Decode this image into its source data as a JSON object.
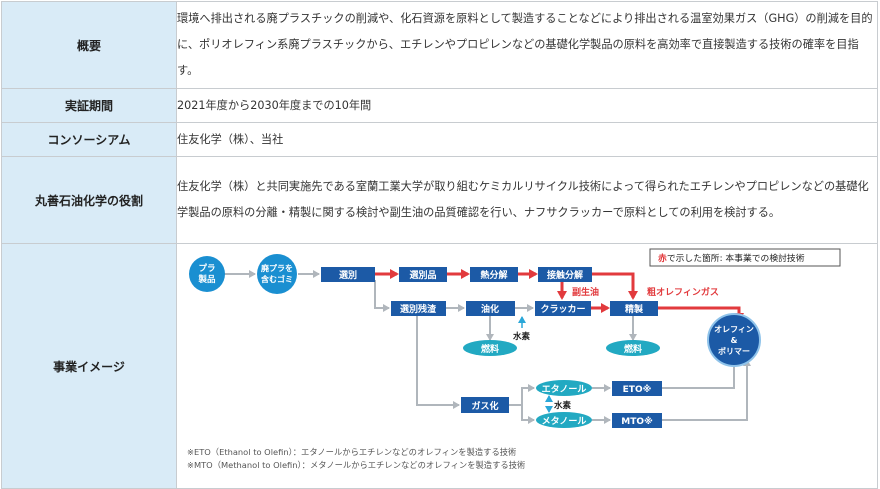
{
  "rows": [
    {
      "header": "概要",
      "text": "環境へ排出される廃プラスチックの削減や、化石資源を原料として製造することなどにより排出される温室効果ガス（GHG）の削減を目的に、ポリオレフィン系廃プラスチックから、エチレンやプロピレンなどの基礎化学製品の原料を高効率で直接製造する技術の確率を目指す。"
    },
    {
      "header": "実証期間",
      "text": "2021年度から2030年度までの10年間"
    },
    {
      "header": "コンソーシアム",
      "text": "住友化学（株）、当社"
    },
    {
      "header": "丸善石油化学の役割",
      "text": "住友化学（株）と共同実施先である室蘭工業大学が取り組むケミカルリサイクル技術によって得られたエチレンやプロピレンなどの基礎化学製品の原料の分離・精製に関する検討や副生油の品質確認を行い、ナフサクラッカーで原料としての利用を検討する。"
    },
    {
      "header": "事業イメージ"
    }
  ],
  "diagram": {
    "legend_red": "赤",
    "legend_rest": "で示した箇所: 本事業での検討技術",
    "nodes": {
      "pla1": "プラ",
      "pla2": "製品",
      "waste1": "廃プラを",
      "waste2": "含むゴミ",
      "sort": "選別",
      "sorted": "選別品",
      "pyro": "熱分解",
      "cat": "接触分解",
      "residue": "選別残渣",
      "oil": "油化",
      "cracker": "クラッカー",
      "refine": "精製",
      "fuel1": "燃料",
      "fuel2": "燃料",
      "olefin1": "オレフィン",
      "olefin2": "&",
      "olefin3": "ポリマー",
      "gas": "ガス化",
      "ethanol": "エタノール",
      "methanol": "メタノール",
      "eto": "ETO※",
      "mto": "MTO※"
    },
    "labels": {
      "byproduct_oil": "副生油",
      "crude_olefin_gas": "粗オレフィンガス",
      "hydrogen1": "水素",
      "hydrogen2": "水素"
    },
    "notes": [
      "※ETO（Ethanol to Olefin）：エタノールからエチレンなどのオレフィンを製造する技術",
      "※MTO（Methanol to Olefin）：メタノールからエチレンなどのオレフィンを製造する技術"
    ],
    "colors": {
      "box": "#1c5aa6",
      "circle": "#1a8fd1",
      "fuel": "#22a9c2",
      "red": "#e23a3d",
      "gray": "#b0b6bc",
      "header_bg": "#d9ebf7"
    }
  }
}
